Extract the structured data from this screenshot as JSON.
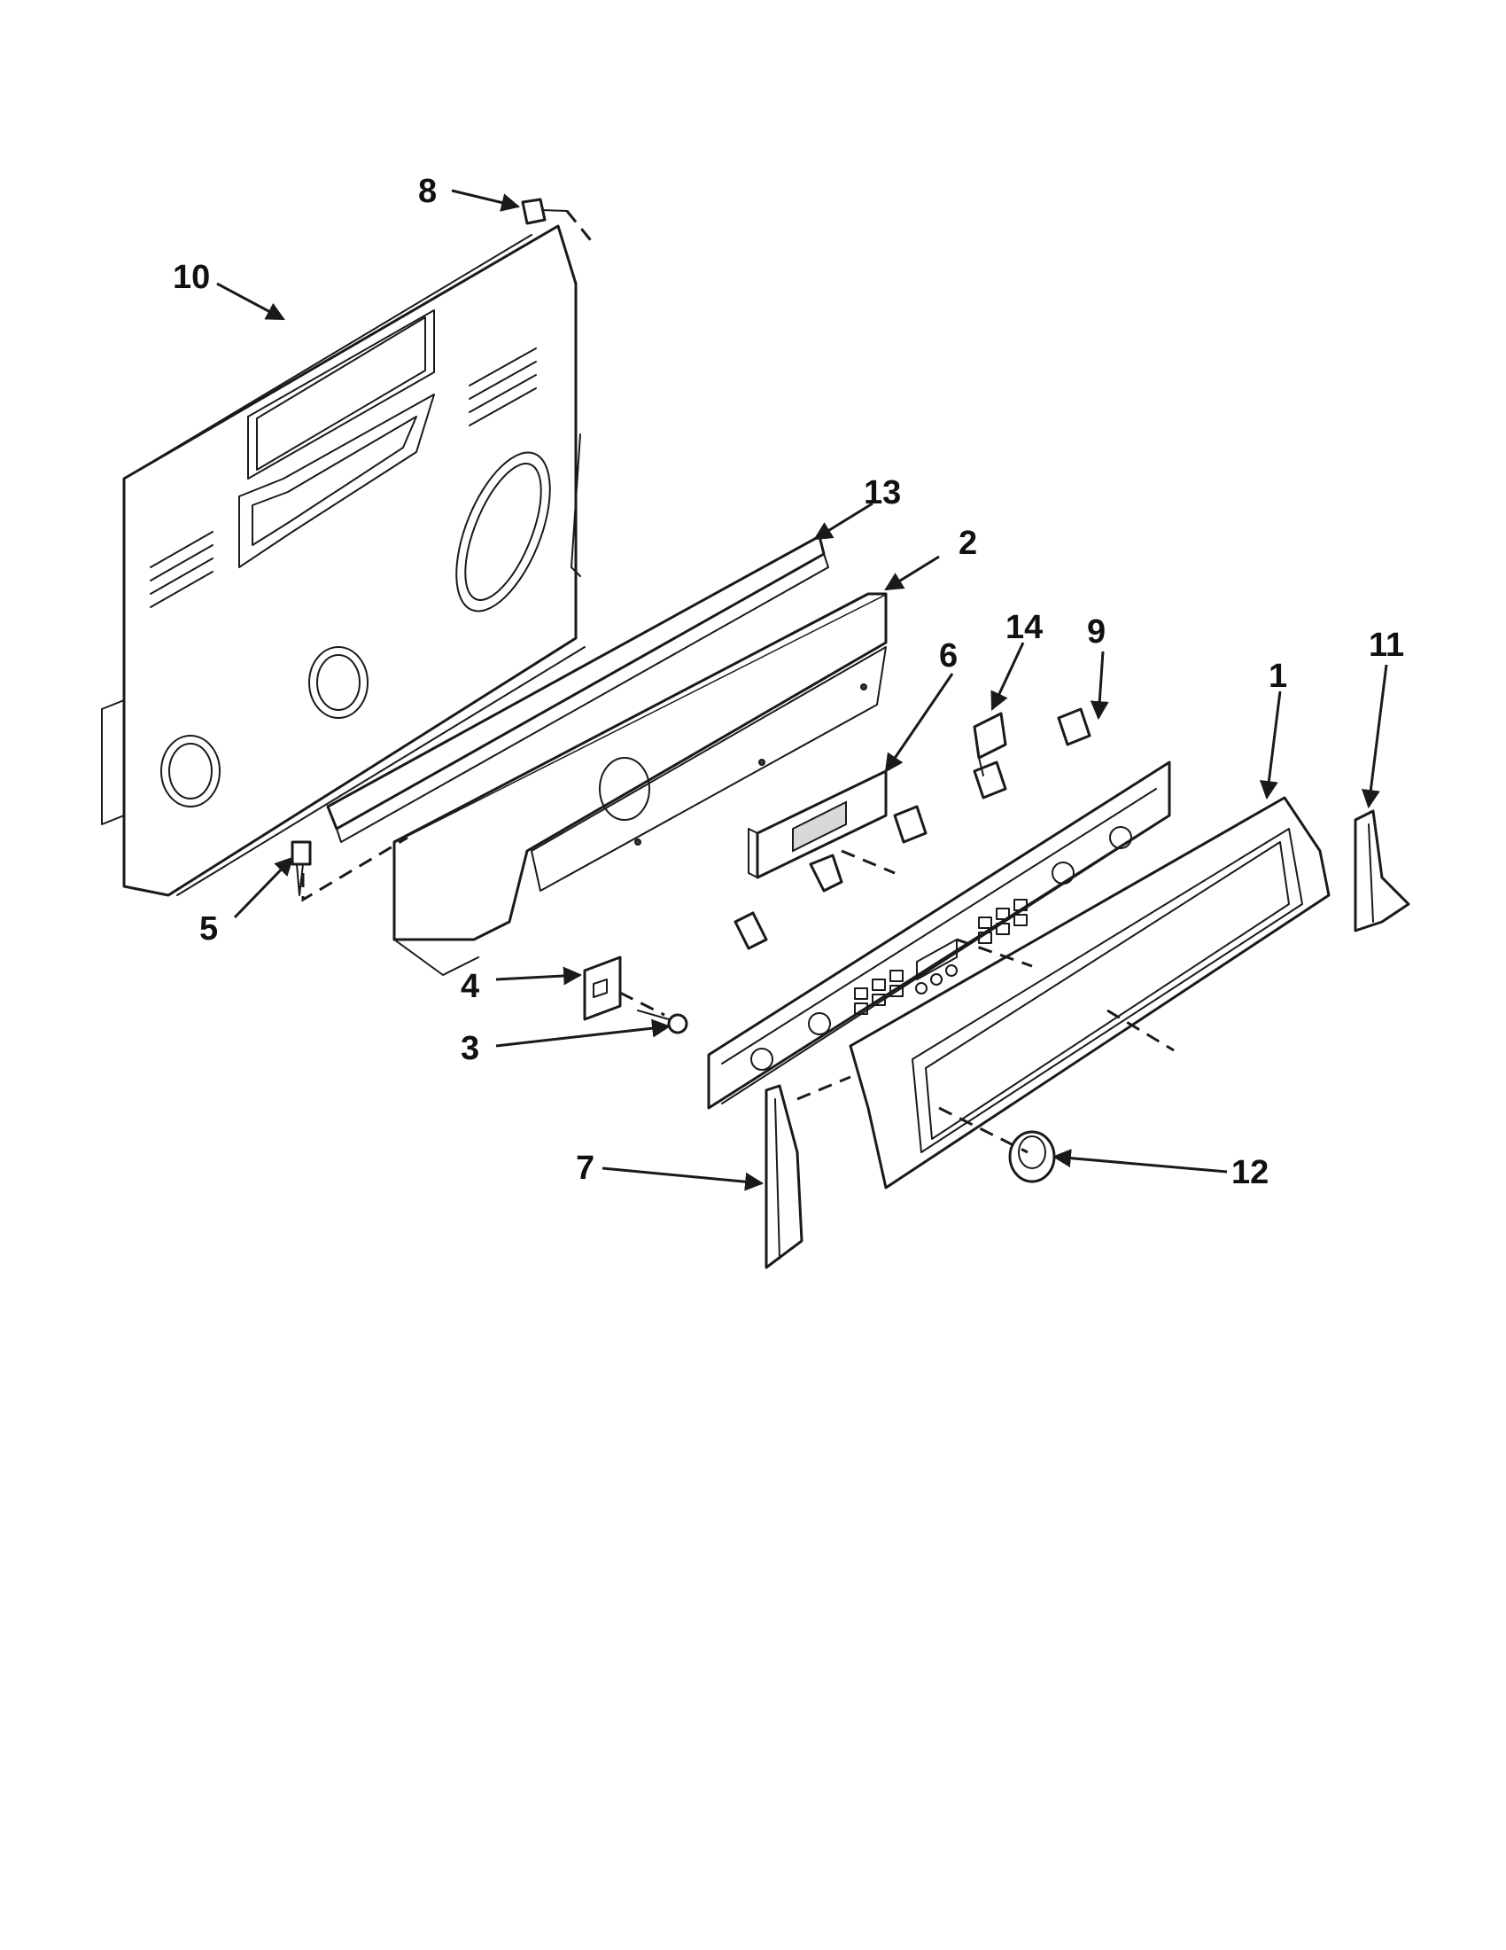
{
  "diagram": {
    "callouts": [
      {
        "id": "8",
        "label": "8"
      },
      {
        "id": "10",
        "label": "10"
      },
      {
        "id": "13",
        "label": "13"
      },
      {
        "id": "2",
        "label": "2"
      },
      {
        "id": "6",
        "label": "6"
      },
      {
        "id": "14",
        "label": "14"
      },
      {
        "id": "9",
        "label": "9"
      },
      {
        "id": "1",
        "label": "1"
      },
      {
        "id": "11",
        "label": "11"
      },
      {
        "id": "5",
        "label": "5"
      },
      {
        "id": "4",
        "label": "4"
      },
      {
        "id": "3",
        "label": "3"
      },
      {
        "id": "7",
        "label": "7"
      },
      {
        "id": "12",
        "label": "12"
      }
    ]
  }
}
